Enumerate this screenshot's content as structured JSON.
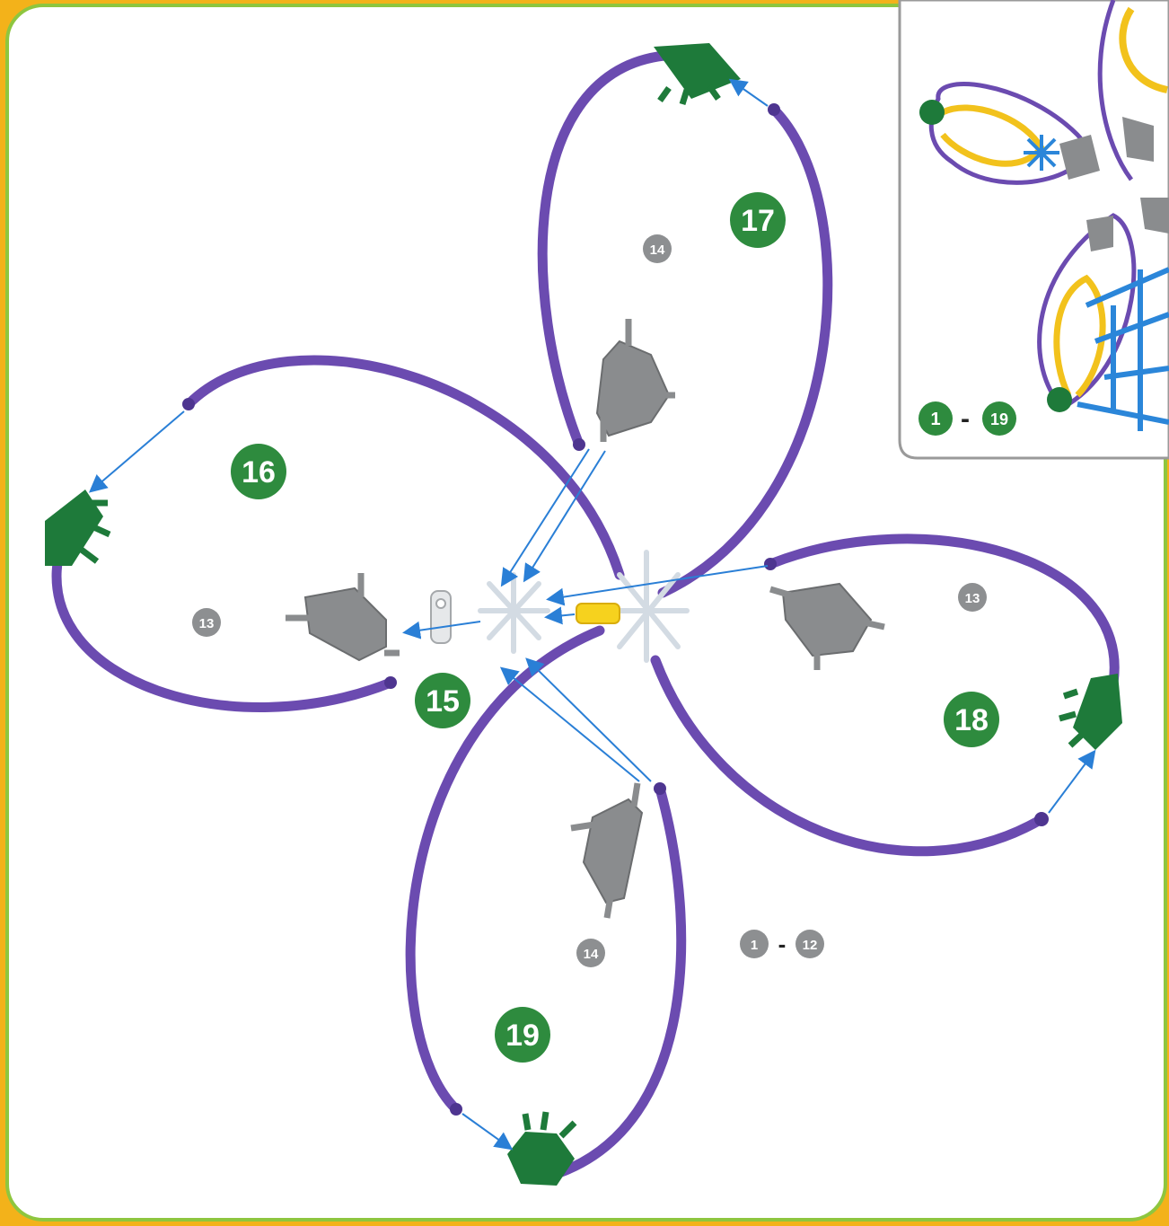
{
  "colors": {
    "frame_outer": "#f3b21a",
    "frame_inner_border": "#8ec63f",
    "paper": "#ffffff",
    "rod_purple": "#6b4bb0",
    "connector_green": "#1e7a3a",
    "connector_gray": "#8a8c8e",
    "arrow_blue": "#2a7fd6",
    "badge_green": "#2e8b3e",
    "badge_gray": "#8d8f91",
    "rod_yellow": "#f2c21c",
    "rod_blue": "#2b86d9"
  },
  "step_badges": {
    "s15": "15",
    "s16": "16",
    "s17": "17",
    "s18": "18",
    "s19": "19"
  },
  "part_refs": {
    "left_13": "13",
    "right_13": "13",
    "top_14": "14",
    "bottom_14": "14",
    "range_start": "1",
    "range_end": "12"
  },
  "inset": {
    "range_start": "1",
    "range_end": "19"
  }
}
